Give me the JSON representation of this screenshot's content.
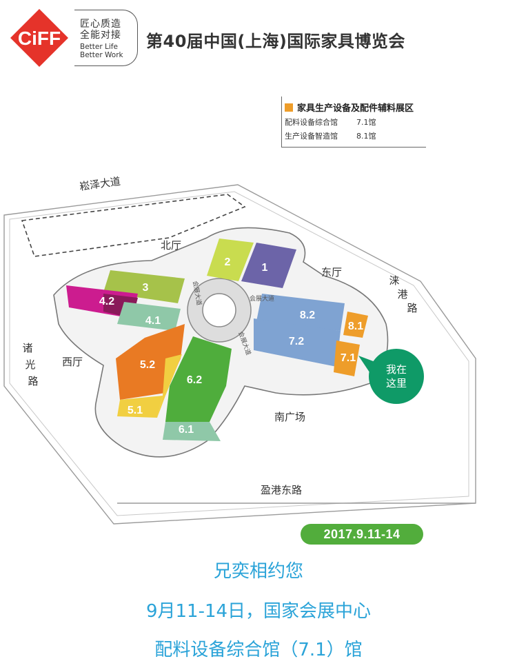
{
  "header": {
    "logo_text": "CiFF",
    "slogan_cn_line1": "匠心质造",
    "slogan_cn_line2": "全能对接",
    "slogan_en_line1": "Better Life",
    "slogan_en_line2": "Better Work",
    "title": "第40届中国(上海)国际家具博览会"
  },
  "legend": {
    "heading": "家具生产设备及配件辅料展区",
    "rows": [
      {
        "name": "配料设备综合馆",
        "hall": "7.1馆"
      },
      {
        "name": "生产设备智造馆",
        "hall": "8.1馆"
      }
    ],
    "swatch_color": "#ee9d2a"
  },
  "map": {
    "roads": {
      "north": "崧泽大道",
      "east": "涞港路",
      "west": "诸光路",
      "south": "盈港东路"
    },
    "halls_area": {
      "north": "北厅",
      "east": "东厅",
      "west": "西厅",
      "south": "南广场"
    },
    "center_labels": {
      "avenue_ne": "会展大道",
      "avenue_nw": "会展大道",
      "avenue_s": "会展大道"
    },
    "halls": [
      {
        "label": "1",
        "color": "#6c64a8"
      },
      {
        "label": "2",
        "color": "#c9dc4f"
      },
      {
        "label": "3",
        "color": "#a6c24a"
      },
      {
        "label": "4.1",
        "color": "#8fc8a8"
      },
      {
        "label": "4.2",
        "color": "#b0207a"
      },
      {
        "label": "5.1",
        "color": "#f1cf41"
      },
      {
        "label": "5.2",
        "color": "#e97a23"
      },
      {
        "label": "6.1",
        "color": "#8fc8a8"
      },
      {
        "label": "6.2",
        "color": "#4fad3c"
      },
      {
        "label": "7.1",
        "color": "#ee9d2a"
      },
      {
        "label": "7.2",
        "color": "#7fa3d2"
      },
      {
        "label": "8.1",
        "color": "#ee9d2a"
      },
      {
        "label": "8.2",
        "color": "#7fa3d2"
      }
    ],
    "you_are_here_line1": "我在",
    "you_are_here_line2": "这里",
    "marker_color": "#0f9a67"
  },
  "footer": {
    "date": "2017.9.11-14",
    "line1": "兄奕相约您",
    "line2": "9月11-14日，国家会展中心",
    "line3": "配料设备综合馆（7.1）馆"
  }
}
